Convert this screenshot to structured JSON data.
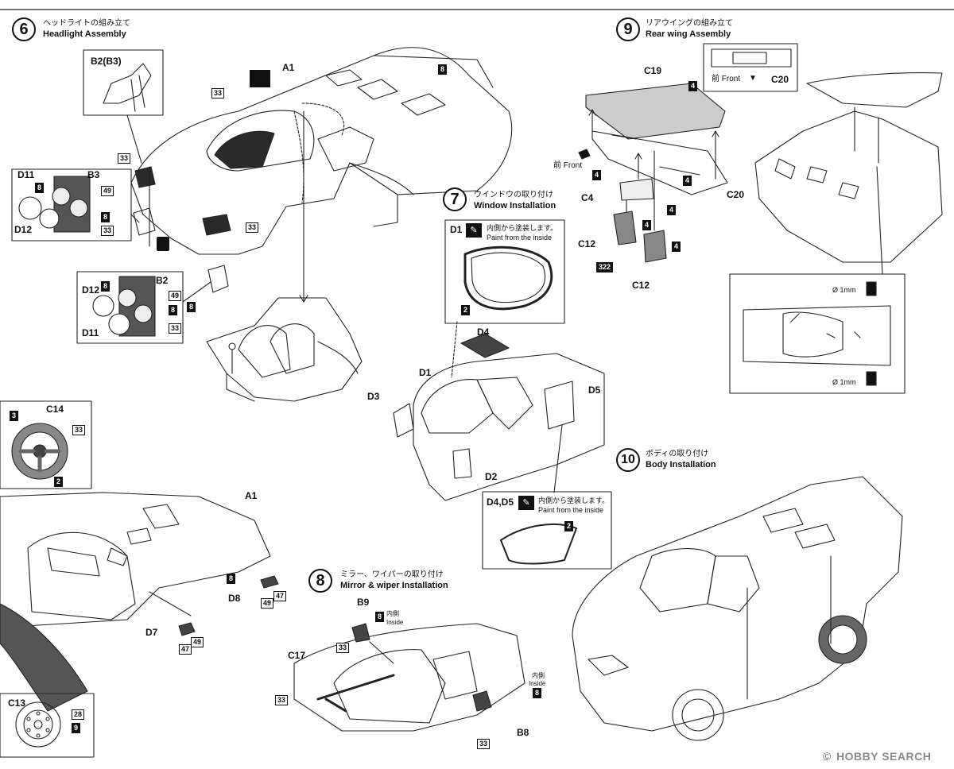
{
  "steps": [
    {
      "num": "6",
      "jp": "ヘッドライトの組み立て",
      "en": "Headlight  Assembly"
    },
    {
      "num": "7",
      "jp": "ウインドウの取り付け",
      "en": "Window Installation"
    },
    {
      "num": "8",
      "jp": "ミラー、ワイパーの取り付け",
      "en": "Mirror & wiper Installation"
    },
    {
      "num": "9",
      "jp": "リアウイングの組み立て",
      "en": "Rear wing Assembly"
    },
    {
      "num": "10",
      "jp": "ボディの取り付け",
      "en": "Body Installation"
    }
  ],
  "parts": {
    "a1": "A1",
    "b2b3": "B2(B3)",
    "b2": "B2",
    "b3": "B3",
    "d11": "D11",
    "d12": "D12",
    "d1": "D1",
    "d2": "D2",
    "d3": "D3",
    "d4": "D4",
    "d5": "D5",
    "d4d5": "D4,D5",
    "d7": "D7",
    "d8": "D8",
    "c14": "C14",
    "c13": "C13",
    "c17": "C17",
    "b9": "B9",
    "b8": "B8",
    "c19": "C19",
    "c20": "C20",
    "c4": "C4",
    "c12": "C12"
  },
  "colors": {
    "n8": "8",
    "n33": "33",
    "n49": "49",
    "n3": "3",
    "n2": "2",
    "n4": "4",
    "n47": "47",
    "n28": "28",
    "n9": "9",
    "n322": "322"
  },
  "notes": {
    "paint_jp": "内側から塗装します。",
    "paint_en": "Paint from the inside",
    "inside_jp": "内側",
    "inside_en": "Inside",
    "front_jp_en": "前 Front",
    "drill": "Ø 1mm"
  },
  "watermark": {
    "icon": "copyright-icon",
    "text": "HOBBY SEARCH"
  }
}
